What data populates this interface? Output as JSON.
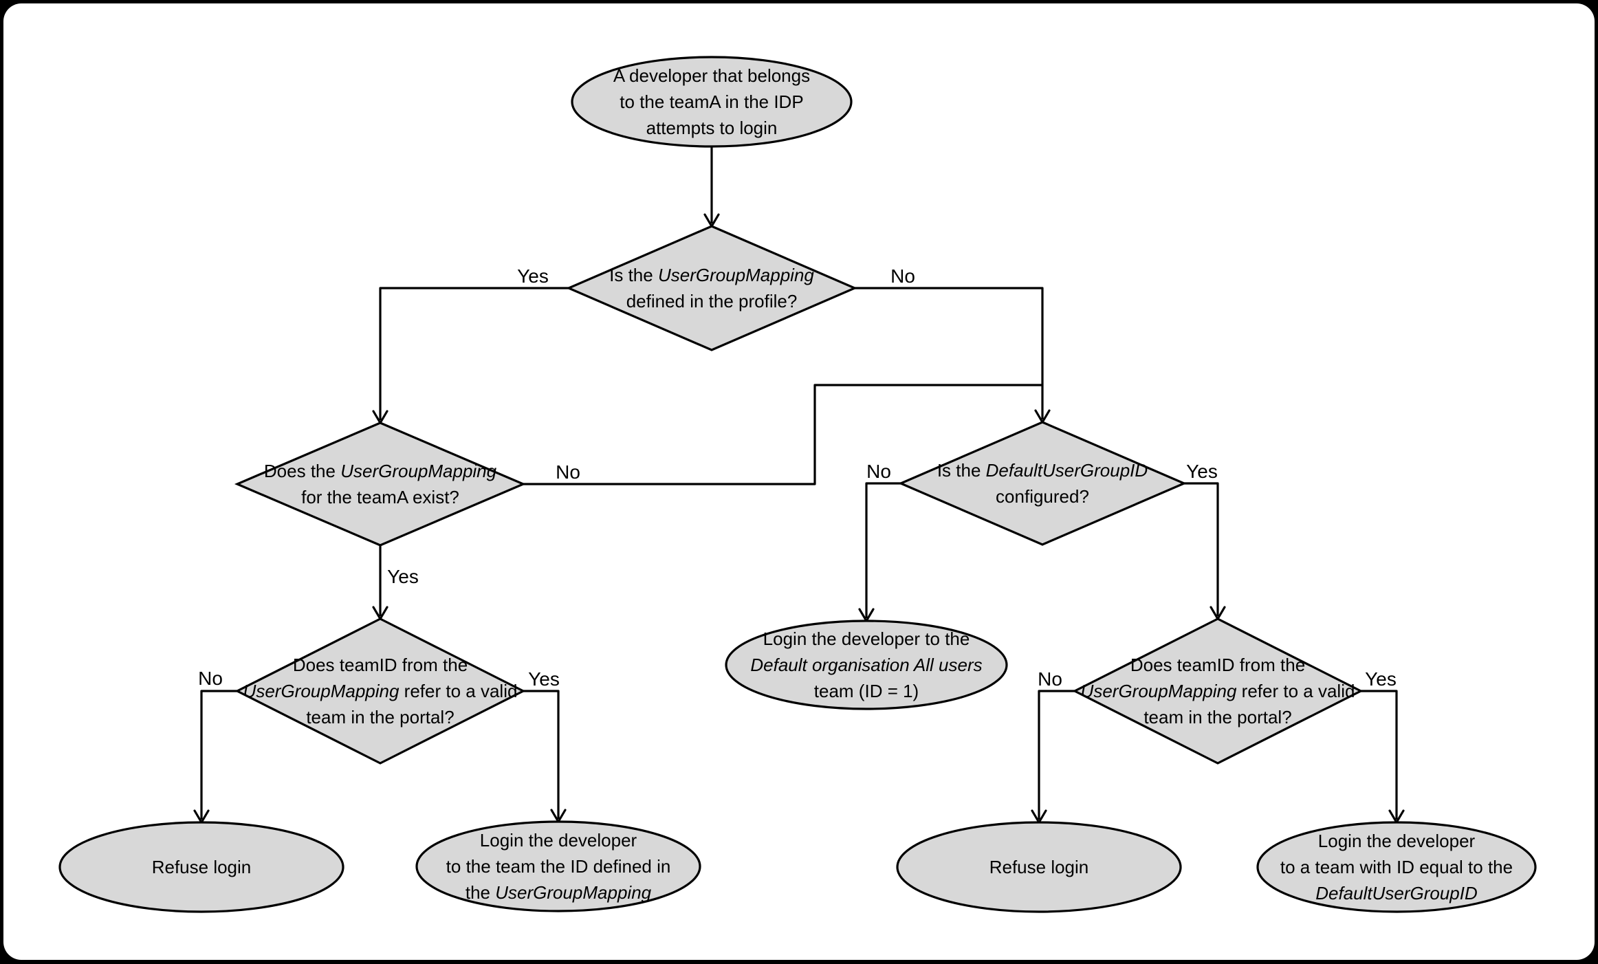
{
  "colors": {
    "background": "#000000",
    "panel": "#ffffff",
    "node_fill": "#d8d8d8",
    "node_stroke": "#000000",
    "line": "#000000",
    "text": "#000000"
  },
  "nodes": {
    "start": {
      "l1": "A developer that belongs",
      "l2": "to the teamA in the IDP",
      "l3": "attempts to login"
    },
    "d1": {
      "l1a": "Is the ",
      "l1b": "UserGroupMapping",
      "l2": "defined in the profile?"
    },
    "d2": {
      "l1a": "Does the ",
      "l1b": "UserGroupMapping",
      "l2": "for the teamA exist?"
    },
    "d3": {
      "l1": "Does teamID from the",
      "l2a": "UserGroupMapping",
      "l2b": " refer to a valid",
      "l3": "team in the portal?"
    },
    "d4": {
      "l1a": "Is the ",
      "l1b": "DefaultUserGroupID",
      "l2": "configured?"
    },
    "d5": {
      "l1": "Does teamID from the",
      "l2a": "UserGroupMapping",
      "l2b": " refer to a valid",
      "l3": "team in the portal?"
    },
    "refuse_left": {
      "l1": "Refuse login"
    },
    "login_mapping_team": {
      "l1": "Login the developer",
      "l2": "to the team the ID defined in",
      "l3a": "the ",
      "l3b": "UserGroupMapping"
    },
    "login_default_org": {
      "l1": "Login the developer to the",
      "l2": "Default organisation All users",
      "l3": "team (ID = 1)"
    },
    "refuse_right": {
      "l1": "Refuse login"
    },
    "login_default_group": {
      "l1": "Login the developer",
      "l2": "to a team with ID equal to the",
      "l3": "DefaultUserGroupID"
    }
  },
  "edge_labels": {
    "d1_yes": "Yes",
    "d1_no": "No",
    "d2_yes": "Yes",
    "d2_no": "No",
    "d3_no": "No",
    "d3_yes": "Yes",
    "d4_no": "No",
    "d4_yes": "Yes",
    "d5_no": "No",
    "d5_yes": "Yes"
  },
  "edges": [
    {
      "from": "start",
      "to": "d1",
      "label": ""
    },
    {
      "from": "d1",
      "to": "d2",
      "label": "Yes"
    },
    {
      "from": "d1",
      "to": "d4",
      "label": "No"
    },
    {
      "from": "d2",
      "to": "d3",
      "label": "Yes"
    },
    {
      "from": "d2",
      "to": "d4",
      "label": "No"
    },
    {
      "from": "d3",
      "to": "refuse_left",
      "label": "No"
    },
    {
      "from": "d3",
      "to": "login_mapping_team",
      "label": "Yes"
    },
    {
      "from": "d4",
      "to": "login_default_org",
      "label": "No"
    },
    {
      "from": "d4",
      "to": "d5",
      "label": "Yes"
    },
    {
      "from": "d5",
      "to": "refuse_right",
      "label": "No"
    },
    {
      "from": "d5",
      "to": "login_default_group",
      "label": "Yes"
    }
  ]
}
